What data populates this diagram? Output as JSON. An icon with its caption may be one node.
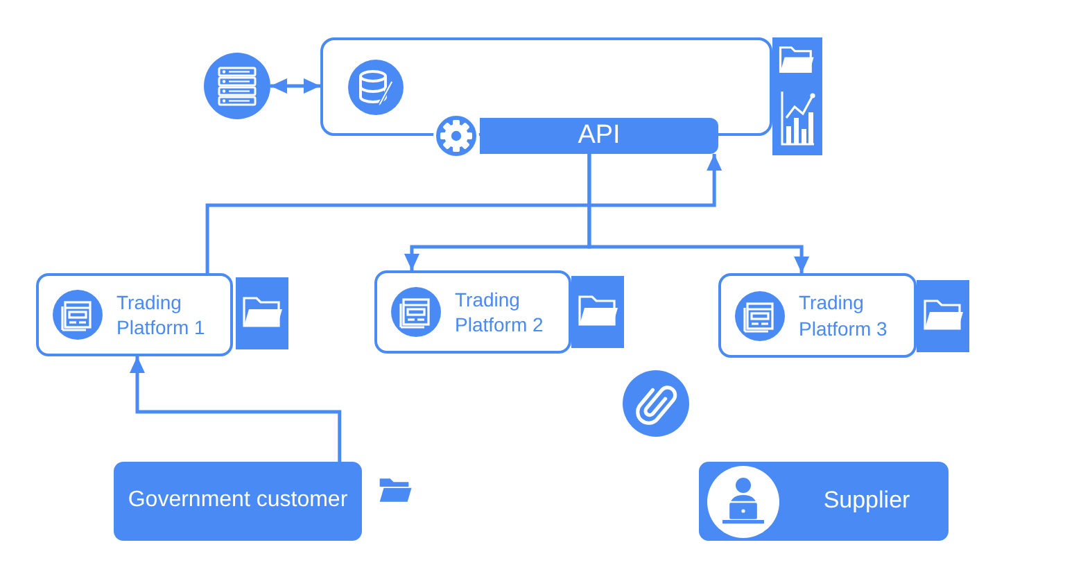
{
  "diagram": {
    "nodes": [
      {
        "text": [],
        "shape": "circle"
      },
      {
        "text": [],
        "shape": "box"
      },
      {
        "text": [
          "API"
        ]
      },
      {
        "text": [
          "Trading Platform 1"
        ]
      },
      {
        "text": [
          "Trading Platform 2"
        ]
      },
      {
        "text": [
          "Trading Platform 3"
        ]
      },
      {
        "text": [
          "Government customer"
        ]
      },
      {
        "text": [
          "Supplier"
        ]
      }
    ],
    "edges": [
      {
        "from": 0,
        "to": 1,
        "arrow": "both"
      },
      {
        "from": 3,
        "to": 2,
        "arrow": "to"
      },
      {
        "from": 2,
        "to": 4,
        "arrow": "to"
      },
      {
        "from": 2,
        "to": 5,
        "arrow": "to"
      },
      {
        "from": 6,
        "to": 3,
        "arrow": "to"
      }
    ]
  }
}
